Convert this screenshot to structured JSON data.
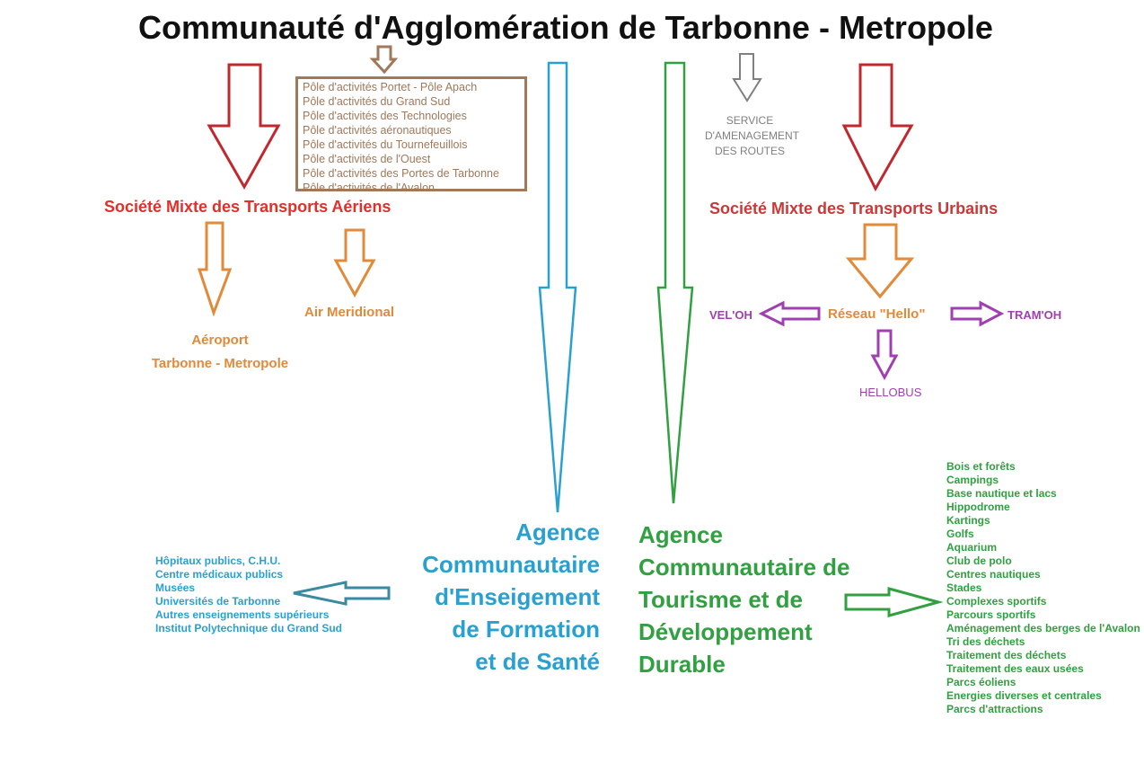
{
  "title": "Communauté d'Agglomération de Tarbonne - Metropole",
  "poles": [
    "Pôle d'activités Portet - Pôle Apach",
    "Pôle d'activités du Grand Sud",
    "Pôle d'activités des Technologies",
    "Pôle d'activités aéronautiques",
    "Pôle d'activités du Tournefeuillois",
    "Pôle d'activités de l'Ouest",
    "Pôle d'activités des Portes de Tarbonne",
    "Pôle d'activités de l'Avalon"
  ],
  "service_routes": [
    "SERVICE",
    "D'AMENAGEMENT",
    "DES ROUTES"
  ],
  "smta": "Société Mixte des Transports Aériens",
  "smtu": "Société Mixte des Transports Urbains",
  "aeroport": [
    "Aéroport",
    "Tarbonne - Metropole"
  ],
  "air_meridional": "Air Meridional",
  "reseau": "Réseau \"Hello\"",
  "veloh": "VEL'OH",
  "tramoh": "TRAM'OH",
  "hellobus": "HELLOBUS",
  "agence_sante": [
    "Agence",
    "Communautaire",
    "d'Enseigement",
    "de Formation",
    "et de Santé"
  ],
  "agence_tourisme": [
    "Agence",
    "Communautaire de",
    "Tourisme et de",
    "Développement",
    "Durable"
  ],
  "sante_list": [
    "Hôpitaux publics, C.H.U.",
    "Centre médicaux publics",
    "Musées",
    "Universités de Tarbonne",
    "Autres enseignements supérieurs",
    "Institut Polytechnique du Grand Sud"
  ],
  "tourisme_list": [
    "Bois et forêts",
    "Campings",
    "Base nautique et lacs",
    "Hippodrome",
    "Kartings",
    "Golfs",
    "Aquarium",
    "Club de polo",
    "Centres nautiques",
    "Stades",
    "Complexes sportifs",
    "Parcours sportifs",
    "Aménagement des berges de l'Avalon",
    "Tri des déchets",
    "Traitement des déchets",
    "Traitement des eaux usées",
    "Parcs éoliens",
    "Energies diverses et centrales",
    "Parcs d'attractions"
  ],
  "colors": {
    "red": "#c0282e",
    "orange": "#e08a3a",
    "purple": "#a040b0",
    "blue": "#2aa0d0",
    "green": "#30a040",
    "brown": "#a0785a",
    "gray": "#808080"
  }
}
